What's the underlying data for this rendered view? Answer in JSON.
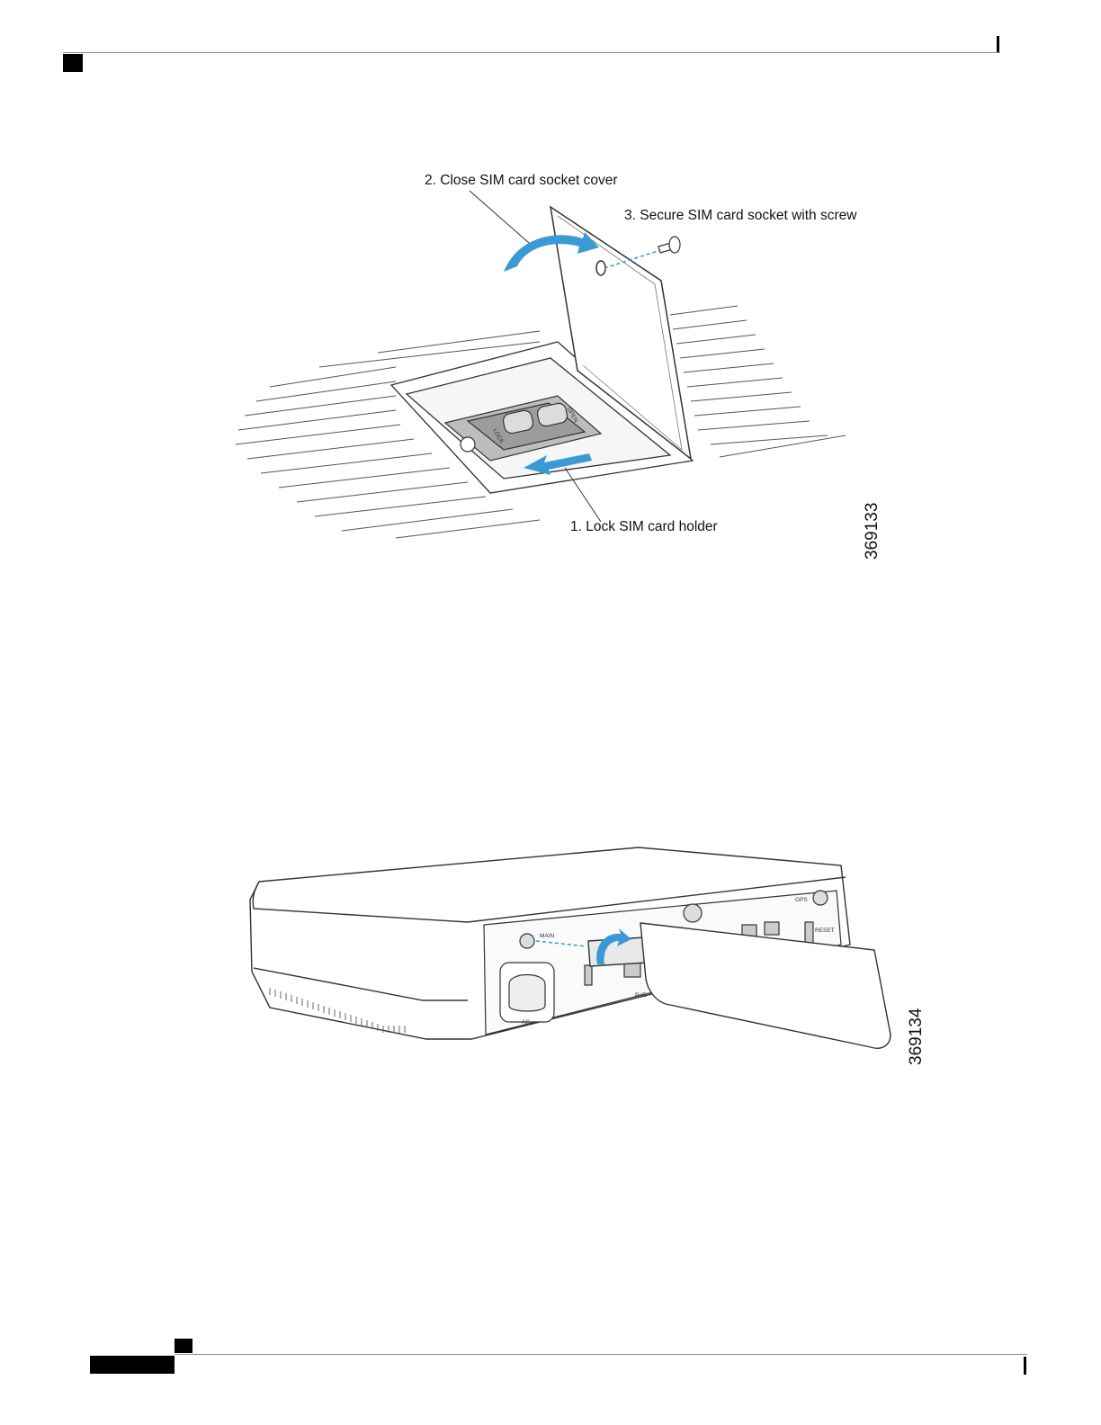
{
  "figures": [
    {
      "callouts": {
        "step1": "1.  Lock SIM card holder",
        "step2": "2.  Close SIM card socket cover",
        "step3": "3.  Secure SIM card socket with screw"
      },
      "holder_labels": {
        "lock": "LOCK",
        "open": "OPEN"
      },
      "figure_number": "369133"
    },
    {
      "port_labels": {
        "main": "MAIN",
        "ac": "AC",
        "poe": "PoE",
        "reset": "RESET",
        "gps": "GPS"
      },
      "figure_number": "369134"
    }
  ],
  "colors": {
    "arrow_blue": "#3b9ad6",
    "line": "#333333"
  }
}
